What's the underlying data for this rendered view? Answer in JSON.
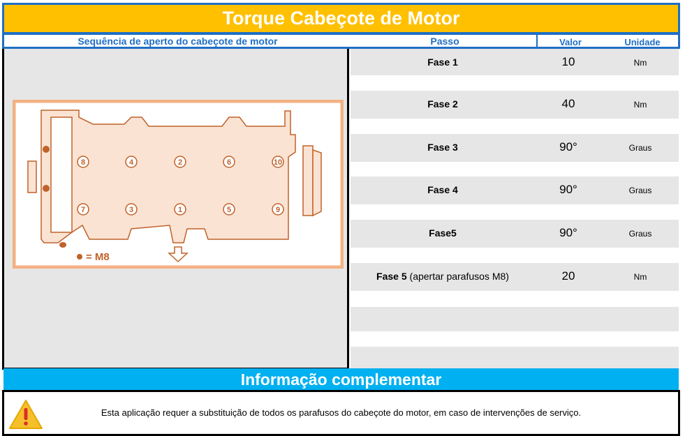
{
  "title": "Torque Cabeçote de Motor",
  "header": {
    "sequence": "Sequência de aperto do cabeçote de motor",
    "step": "Passo",
    "value": "Valor",
    "unit": "Unidade"
  },
  "diagram": {
    "bolts": [
      "1",
      "2",
      "3",
      "4",
      "5",
      "6",
      "7",
      "8",
      "9",
      "10"
    ],
    "legend": "= M8"
  },
  "rows": [
    {
      "step": "Fase 1",
      "note": "",
      "value": "10",
      "unit": "Nm"
    },
    {
      "step": "Fase 2",
      "note": "",
      "value": "40",
      "unit": "Nm"
    },
    {
      "step": "Fase 3",
      "note": "",
      "value": "90°",
      "unit": "Graus"
    },
    {
      "step": "Fase 4",
      "note": "",
      "value": "90°",
      "unit": "Graus"
    },
    {
      "step": "Fase5",
      "note": "",
      "value": "90°",
      "unit": "Graus"
    },
    {
      "step": "Fase 5",
      "note": " (apertar parafusos M8)",
      "value": "20",
      "unit": "Nm"
    }
  ],
  "info": {
    "title": "Informação complementar",
    "text": "Esta aplicação requer a substituição de todos os parafusos do cabeçote do motor, em caso de intervenções de serviço."
  },
  "colors": {
    "title_bg": "#FFC000",
    "border": "#1F6FC5",
    "info_bg": "#00B0F0",
    "diagram": "#C0622A"
  }
}
